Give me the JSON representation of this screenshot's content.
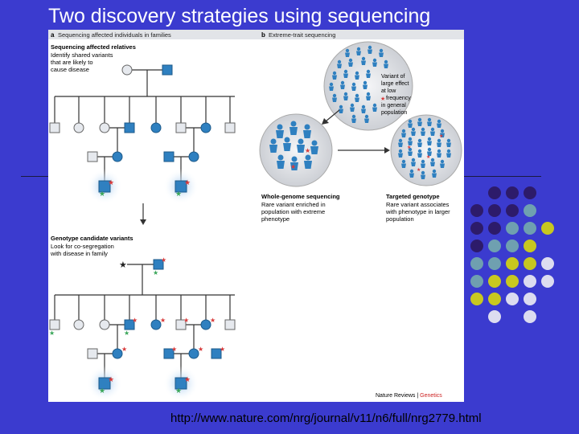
{
  "slide": {
    "title": "Two discovery strategies using sequencing",
    "url": "http://www.nature.com/nrg/journal/v11/n6/full/nrg2779.html"
  },
  "figure": {
    "panel_a": {
      "letter": "a",
      "heading": "Sequencing affected individuals in families",
      "step1_title": "Sequencing affected relatives",
      "step1_lines": [
        "Identify shared variants",
        "that are likely to",
        "cause disease"
      ],
      "step2_title": "Genotype candidate variants",
      "step2_lines": [
        "Look for co-segregation",
        "with disease in family"
      ]
    },
    "panel_b": {
      "letter": "b",
      "heading": "Extreme-trait sequencing",
      "population_lines": [
        "Variant of",
        "large effect",
        "at low",
        "frequency",
        "in general",
        "population"
      ],
      "wgs_title": "Whole-genome sequencing",
      "wgs_lines": [
        "Rare variant enriched in",
        "population with extreme",
        "phenotype"
      ],
      "targeted_title": "Targeted genotype",
      "targeted_lines": [
        "Rare variant associates",
        "with phenotype in larger",
        "population"
      ]
    },
    "credit_journal": "Nature Reviews",
    "credit_separator": " | ",
    "credit_section": "Genetics"
  },
  "colors": {
    "background": "#3b3bcf",
    "affected": "#2f80c0",
    "unaffected": "#e6e9ee",
    "star_red": "#d83a3a",
    "star_green": "#3aa65a",
    "accent_red": "#cc1f1f",
    "dot_palette": [
      "#2d1b6a",
      "#6fa0b0",
      "#c8c820",
      "#dcdcf0"
    ]
  },
  "dot_grid": {
    "rows": [
      [
        null,
        "#2d1b6a",
        "#2d1b6a",
        "#2d1b6a",
        null
      ],
      [
        "#2d1b6a",
        "#2d1b6a",
        "#2d1b6a",
        "#6fa0b0",
        null
      ],
      [
        "#2d1b6a",
        "#2d1b6a",
        "#6fa0b0",
        "#6fa0b0",
        "#c8c820"
      ],
      [
        "#2d1b6a",
        "#6fa0b0",
        "#6fa0b0",
        "#c8c820",
        null
      ],
      [
        "#6fa0b0",
        "#6fa0b0",
        "#c8c820",
        "#c8c820",
        "#dcdcf0"
      ],
      [
        "#6fa0b0",
        "#c8c820",
        "#c8c820",
        "#dcdcf0",
        "#dcdcf0"
      ],
      [
        "#c8c820",
        "#c8c820",
        "#dcdcf0",
        "#dcdcf0",
        null
      ],
      [
        null,
        "#dcdcf0",
        null,
        "#dcdcf0",
        null
      ]
    ]
  }
}
